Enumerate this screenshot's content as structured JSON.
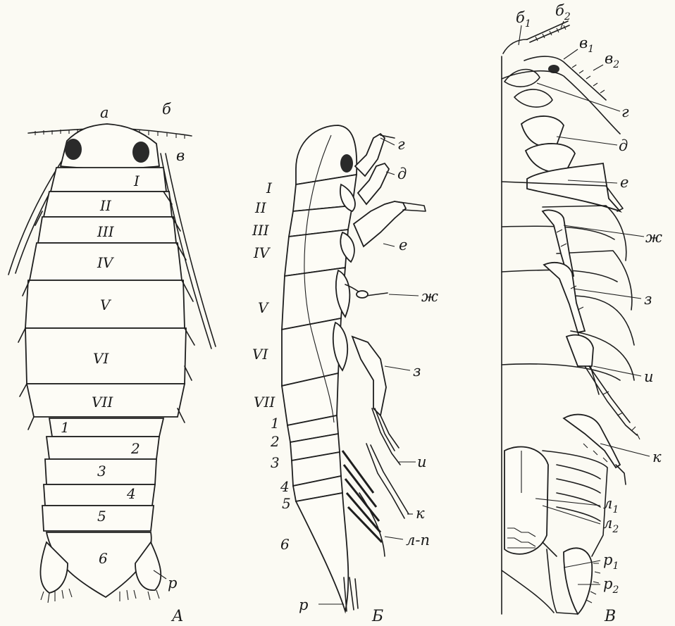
{
  "figure": {
    "panel_a": {
      "panel_label": "А",
      "head_label": "а",
      "antenna1_label": "б",
      "antenna2_label": "в",
      "thoracic_segments": [
        "I",
        "II",
        "III",
        "IV",
        "V",
        "VI",
        "VII"
      ],
      "pleon_segments": [
        "1",
        "2",
        "3",
        "4",
        "5",
        "6"
      ],
      "uropod_label": "р"
    },
    "panel_b": {
      "panel_label": "Б",
      "thoracic_segments": [
        "I",
        "II",
        "III",
        "IV",
        "V",
        "VI",
        "VII"
      ],
      "pleon_segments": [
        "1",
        "2",
        "3",
        "4",
        "5",
        "6"
      ],
      "limb_labels": [
        "г",
        "д",
        "е",
        "ж",
        "з",
        "и",
        "к",
        "л-п"
      ],
      "uropod_label": "р"
    },
    "panel_c": {
      "panel_label": "В",
      "antenna_labels": {
        "b1": {
          "base": "б",
          "sub": "1"
        },
        "b2": {
          "base": "б",
          "sub": "2"
        },
        "v1": {
          "base": "в",
          "sub": "1"
        },
        "v2": {
          "base": "в",
          "sub": "2"
        }
      },
      "limb_labels": [
        "г",
        "д",
        "е",
        "ж",
        "з",
        "и",
        "к"
      ],
      "pleopod_labels": [
        {
          "base": "л",
          "sub": "1"
        },
        {
          "base": "л",
          "sub": "2"
        }
      ],
      "uropod_labels": [
        {
          "base": "р",
          "sub": "1"
        },
        {
          "base": "р",
          "sub": "2"
        }
      ]
    }
  }
}
